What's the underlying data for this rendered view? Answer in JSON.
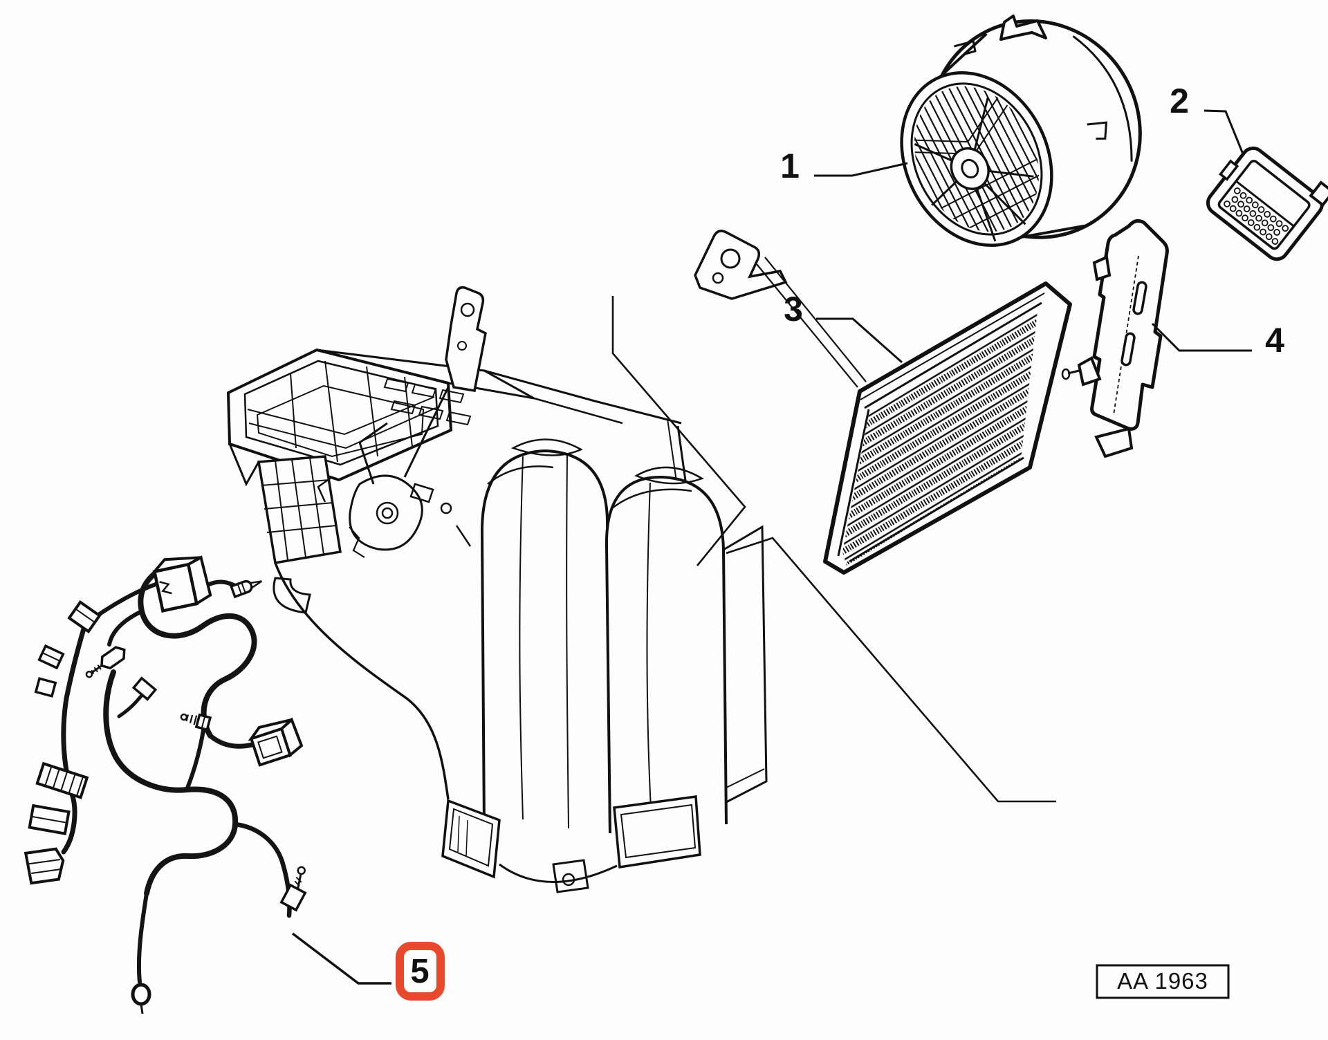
{
  "diagram": {
    "code_label": "AA 1963",
    "highlight_color": "#E8482C",
    "line_color": "#111111",
    "background": "#FDFDFD",
    "callouts": [
      {
        "label": "1",
        "part": "blower-motor",
        "highlighted": false
      },
      {
        "label": "2",
        "part": "blower-resistor",
        "highlighted": false
      },
      {
        "label": "3",
        "part": "cabin-air-filter",
        "highlighted": false
      },
      {
        "label": "4",
        "part": "filter-bracket",
        "highlighted": false
      },
      {
        "label": "5",
        "part": "wiring-harness",
        "highlighted": true
      }
    ]
  }
}
